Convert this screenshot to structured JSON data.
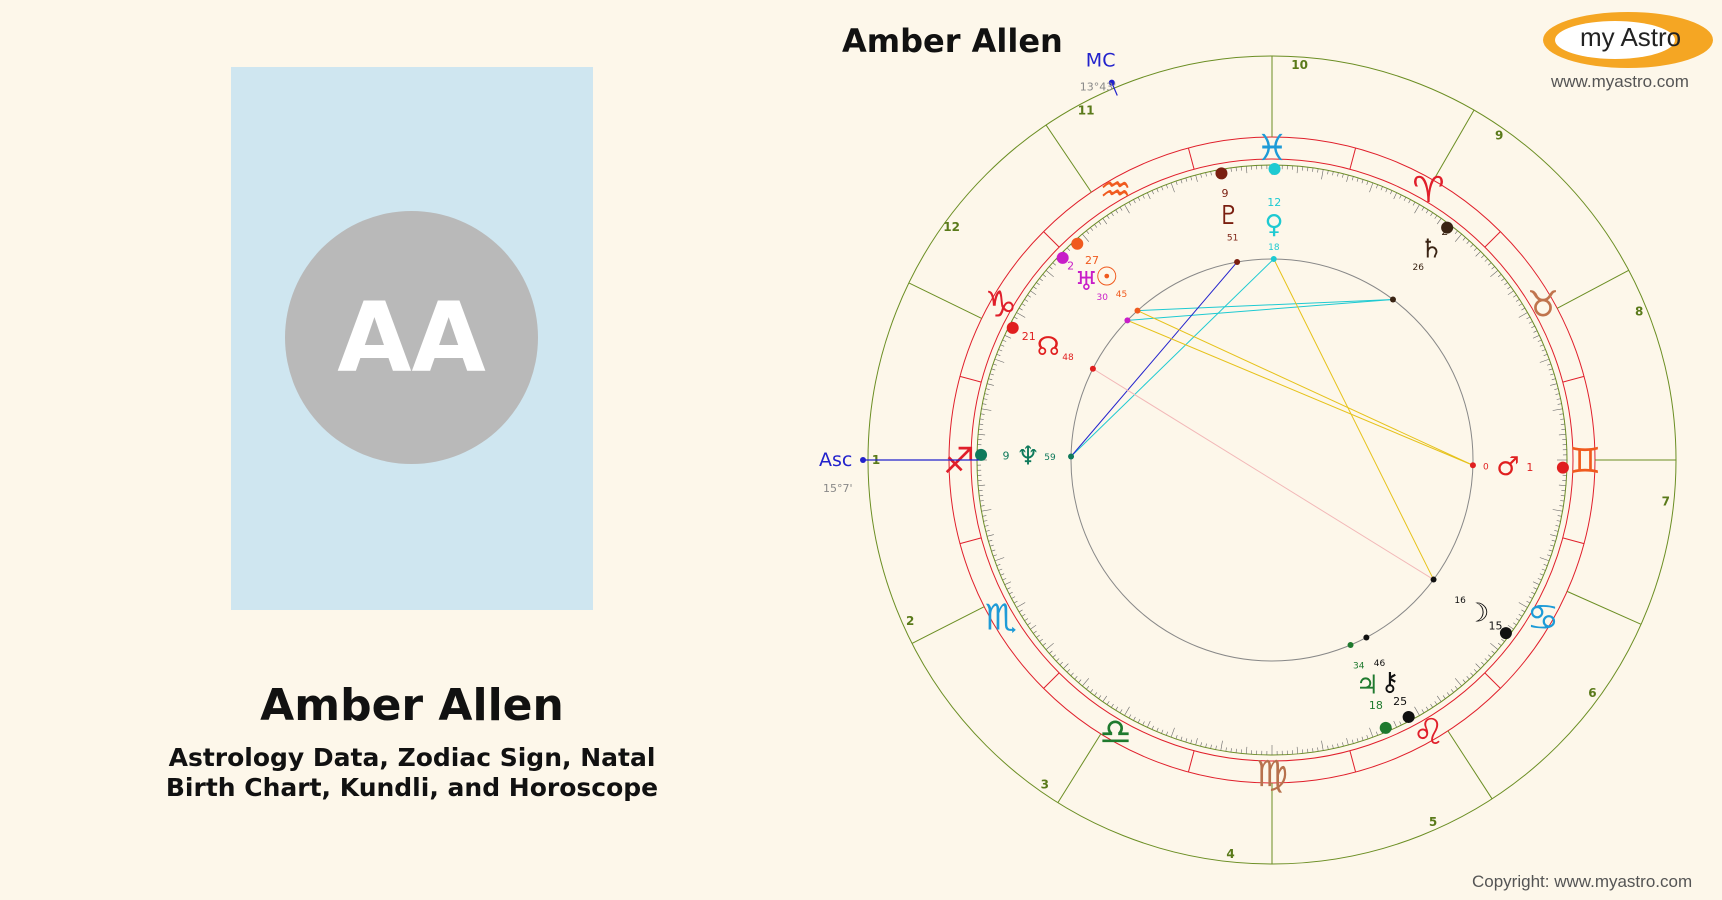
{
  "profile": {
    "initials": "AA",
    "name": "Amber Allen",
    "subtitle_line1": "Astrology Data, Zodiac Sign, Natal",
    "subtitle_line2": "Birth Chart, Kundli, and Horoscope"
  },
  "chart": {
    "title": "Amber Allen",
    "ascendant": {
      "label": "Asc",
      "degree": "15°7'"
    },
    "midheaven": {
      "label": "MC",
      "degree": "13°43'"
    },
    "house_numbers": [
      "1",
      "2",
      "3",
      "4",
      "5",
      "6",
      "7",
      "8",
      "9",
      "10",
      "11",
      "12"
    ],
    "signs": [
      {
        "name": "Sagittarius",
        "glyph": "♐",
        "color": "#e01f2b"
      },
      {
        "name": "Capricorn",
        "glyph": "♑",
        "color": "#e01f2b"
      },
      {
        "name": "Aquarius",
        "glyph": "♒",
        "color": "#f05a1e"
      },
      {
        "name": "Pisces",
        "glyph": "♓",
        "color": "#1e9bd7"
      },
      {
        "name": "Aries",
        "glyph": "♈",
        "color": "#e01f2b"
      },
      {
        "name": "Taurus",
        "glyph": "♉",
        "color": "#c0744d"
      },
      {
        "name": "Gemini",
        "glyph": "♊",
        "color": "#f05a1e"
      },
      {
        "name": "Cancer",
        "glyph": "♋",
        "color": "#1e9bd7"
      },
      {
        "name": "Leo",
        "glyph": "♌",
        "color": "#e01f2b"
      },
      {
        "name": "Virgo",
        "glyph": "♍",
        "color": "#b7714d"
      },
      {
        "name": "Libra",
        "glyph": "♎",
        "color": "#1f7a2e"
      },
      {
        "name": "Scorpio",
        "glyph": "♏",
        "color": "#1e9bd7"
      }
    ],
    "planets": [
      {
        "name": "Venus",
        "glyph": "♀",
        "deg": "12",
        "min": "18",
        "color": "#1ecad2"
      },
      {
        "name": "Pluto",
        "glyph": "♇",
        "deg": "9",
        "min": "51",
        "color": "#7a1f10"
      },
      {
        "name": "Sun",
        "glyph": "☉",
        "deg": "27",
        "min": "45",
        "color": "#f05a1e"
      },
      {
        "name": "Uranus",
        "glyph": "♅",
        "deg": "2",
        "min": "30",
        "color": "#c81ec8"
      },
      {
        "name": "North Node",
        "glyph": "☊",
        "deg": "21",
        "min": "48",
        "color": "#e01f1f"
      },
      {
        "name": "Neptune",
        "glyph": "♆",
        "deg": "9",
        "min": "59",
        "color": "#0f7a5c"
      },
      {
        "name": "Saturn",
        "glyph": "♄",
        "deg": "2",
        "min": "26",
        "color": "#3a2414"
      },
      {
        "name": "Mars",
        "glyph": "♂",
        "deg": "1",
        "min": "0",
        "color": "#e01f1f"
      },
      {
        "name": "Moon",
        "glyph": "☽",
        "deg": "15",
        "min": "16",
        "color": "#111111"
      },
      {
        "name": "Chiron",
        "glyph": "⚷",
        "deg": "25",
        "min": "46",
        "color": "#111111"
      },
      {
        "name": "Jupiter",
        "glyph": "♃",
        "deg": "18",
        "min": "34",
        "color": "#1f7a2e"
      }
    ],
    "colors": {
      "house_ring": "#6b8e23",
      "sign_ring": "#e01f2b",
      "aspect_square": "#1ecad2",
      "aspect_trine": "#e6c21a"
    }
  },
  "branding": {
    "logo_text": "my Astro",
    "logo_url": "www.myastro.com",
    "copyright": "Copyright: www.myastro.com"
  }
}
